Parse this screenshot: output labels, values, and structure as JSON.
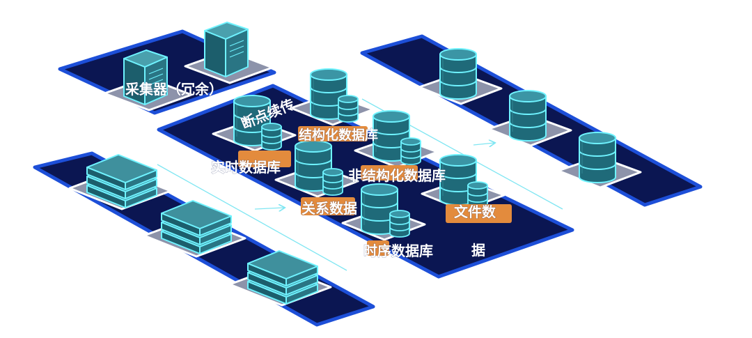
{
  "labels": {
    "collector": "采集器（冗余）",
    "resume": "断点续传",
    "structured_db": "结构化数据库",
    "realtime_db": "实时数据库",
    "unstructured_db": "非结构化数据库",
    "relational": "关系数据",
    "file_data_part1": "文件数",
    "file_data_part2": "据",
    "timeseries_db": "时序数据库"
  },
  "colors": {
    "platform": "#0b1652",
    "platform_edge": "#1d4fd8",
    "device": "#24717f",
    "device_outline": "#6ff3ff",
    "tag": "#e38b3d",
    "connector": "#7fe6f2"
  },
  "icons": {
    "server": "server-icon",
    "database": "database-icon",
    "storage_stack": "storage-stack-icon"
  }
}
